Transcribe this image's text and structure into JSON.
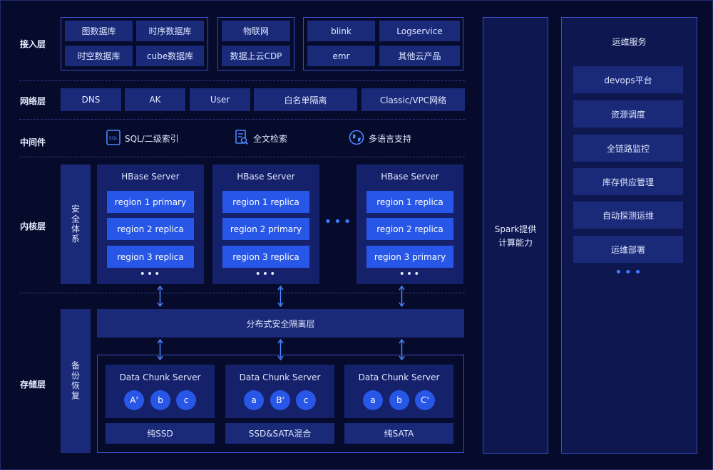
{
  "layers": {
    "access": "接入层",
    "network": "网络层",
    "middleware": "中间件",
    "kernel": "内核层",
    "storage": "存储层"
  },
  "access": {
    "group1": [
      "图数据库",
      "时序数据库",
      "时空数据库",
      "cube数据库"
    ],
    "group2": [
      "物联网",
      "数据上云CDP"
    ],
    "group3": [
      "blink",
      "Logservice",
      "emr",
      "其他云产品"
    ]
  },
  "network": [
    "DNS",
    "AK",
    "User",
    "白名单隔离",
    "Classic/VPC网络"
  ],
  "middleware": [
    {
      "label": "SQL/二级索引",
      "icon": "sql-icon"
    },
    {
      "label": "全文检索",
      "icon": "search-doc-icon"
    },
    {
      "label": "多语言支持",
      "icon": "globe-icon"
    }
  ],
  "kernel": {
    "security": "安全体系",
    "servers": [
      {
        "title": "HBase Server",
        "regions": [
          "region 1 primary",
          "region 2 replica",
          "region 3 replica"
        ]
      },
      {
        "title": "HBase Server",
        "regions": [
          "region 1 replica",
          "region 2 primary",
          "region 3 replica"
        ]
      },
      {
        "title": "HBase Server",
        "regions": [
          "region 1 replica",
          "region 2 replica",
          "region 3 primary"
        ]
      }
    ],
    "more": "•••"
  },
  "storage": {
    "backup": "备份恢复",
    "isolation": "分布式安全隔离层",
    "chunks": [
      {
        "title": "Data Chunk Server",
        "circles": [
          "A'",
          "b",
          "c"
        ],
        "medium": "纯SSD"
      },
      {
        "title": "Data Chunk Server",
        "circles": [
          "a",
          "B'",
          "c"
        ],
        "medium": "SSD&SATA混合"
      },
      {
        "title": "Data Chunk Server",
        "circles": [
          "a",
          "b",
          "C'"
        ],
        "medium": "纯SATA"
      }
    ]
  },
  "spark": "Spark提供\n计算能力",
  "ops": {
    "title": "运维服务",
    "items": [
      "devops平台",
      "资源调度",
      "全链路监控",
      "库存供应管理",
      "自动探测运维",
      "运维部署"
    ],
    "more": "•••"
  },
  "colors": {
    "background": "#060b2c",
    "box": "#1a2a78",
    "accent": "#2857e8",
    "border": "#3a4cc0"
  }
}
